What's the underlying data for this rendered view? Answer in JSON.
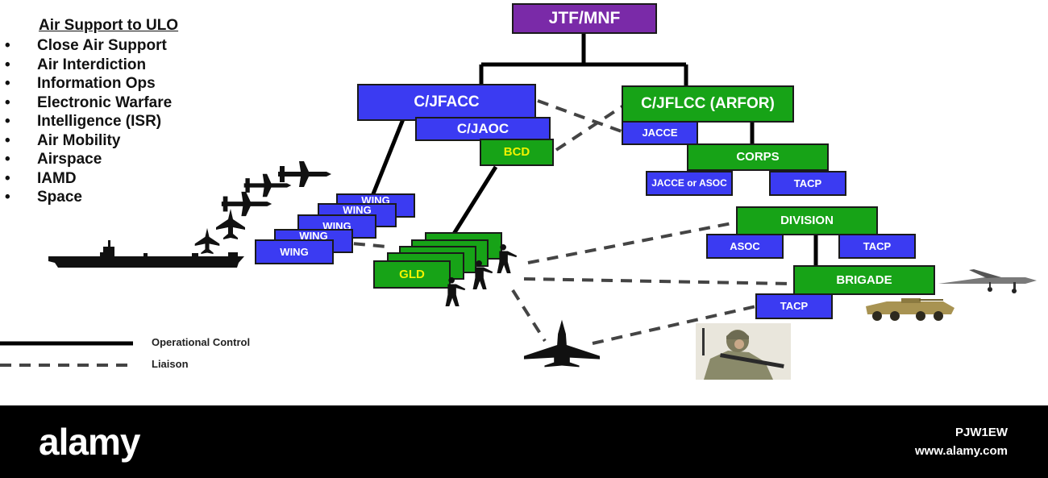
{
  "header": {
    "title": "Air Support to ULO"
  },
  "missions": [
    "Close Air Support",
    "Air Interdiction",
    "Information Ops",
    "Electronic Warfare",
    "Intelligence (ISR)",
    "Air Mobility",
    "Airspace",
    "IAMD",
    "Space"
  ],
  "nodes": {
    "jtf": "JTF/MNF",
    "jfacc": "C/JFACC",
    "jaoc": "C/JAOC",
    "bcd": "BCD",
    "jflcc": "C/JFLCC (ARFOR)",
    "jacce": "JACCE",
    "corps": "CORPS",
    "jacce_asoc": "JACCE or ASOC",
    "tacp_corps": "TACP",
    "division": "DIVISION",
    "asoc": "ASOC",
    "tacp_division": "TACP",
    "brigade": "BRIGADE",
    "tacp_brigade": "TACP",
    "wing": "WING",
    "wing_stack": [
      "WING",
      "WING",
      "WING",
      "WING"
    ],
    "gld": "GLD"
  },
  "legend": {
    "operational": "Operational Control",
    "liaison": "Liaison"
  },
  "footer": {
    "logo": "alamy",
    "image_id": "PJW1EW",
    "url": "www.alamy.com"
  },
  "colors": {
    "blue": "#3b3bf2",
    "green": "#17a317",
    "purple": "#7a2aa8",
    "footer": "#000000"
  },
  "icons": [
    "aircraft-carrier-icon",
    "fighter-jet-icon",
    "transport-aircraft-icon",
    "soldier-icon",
    "drone-icon",
    "armored-vehicle-icon",
    "soldier-photo-icon"
  ]
}
